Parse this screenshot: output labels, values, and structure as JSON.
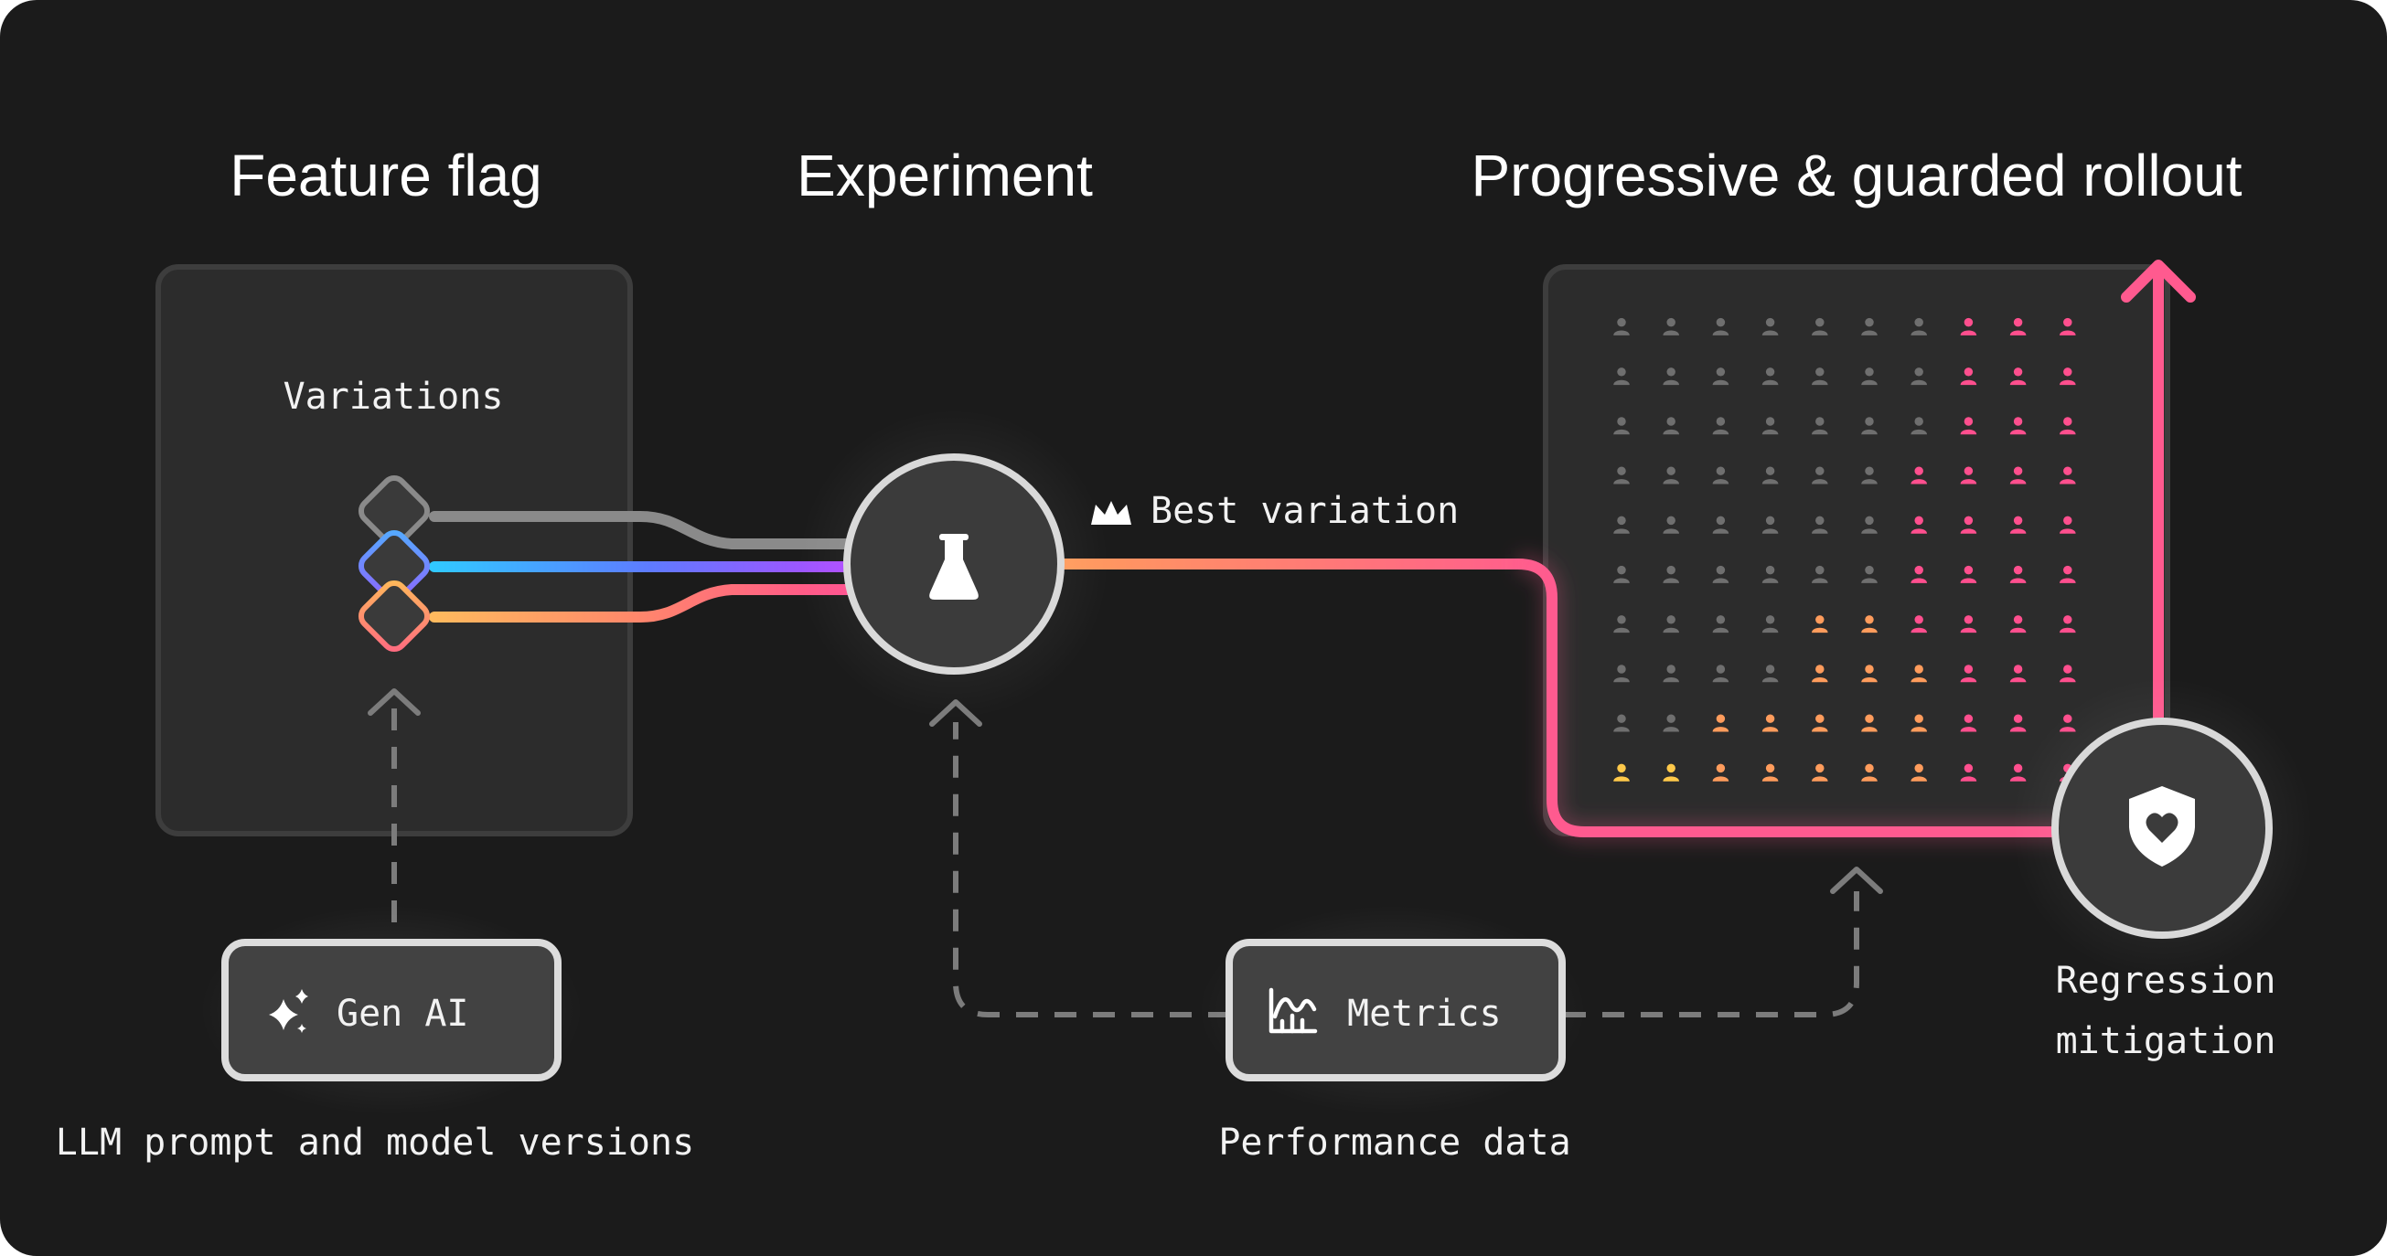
{
  "headings": {
    "feature_flag": "Feature flag",
    "experiment": "Experiment",
    "rollout": "Progressive & guarded rollout"
  },
  "feature_flag_card": {
    "label": "Variations"
  },
  "experiment_node": {
    "icon": "flask-icon",
    "badge_label": "Best variation",
    "badge_icon": "crown-icon"
  },
  "gen_ai": {
    "label": "Gen AI",
    "icon": "sparkles-icon",
    "caption": "LLM prompt and model versions"
  },
  "metrics": {
    "label": "Metrics",
    "icon": "chart-icon",
    "caption": "Performance data"
  },
  "regression": {
    "icon": "shield-heart-icon",
    "caption_line1": "Regression",
    "caption_line2": "mitigation"
  },
  "rollout_grid": {
    "rows": 10,
    "cols": 10,
    "user_icon": "person-icon",
    "pattern": [
      "GGGGGGGPPP",
      "GGGGGGGPPP",
      "GGGGGGGPPP",
      "GGGGGGPPPP",
      "GGGGGGPPPP",
      "GGGGGGPPPP",
      "GGGGOOPPPP",
      "GGGGOOOPPP",
      "GGOOOOOPPP",
      "YYOOOOOPPP"
    ]
  },
  "colors": {
    "background": "#1b1b1b",
    "card": "#2c2c2c",
    "gray_user": "#6f6f6f",
    "pink": "#ff4f8e",
    "orange": "#ff9c5c",
    "yellow": "#ffc94a",
    "rollout_line": "#ff5a8f"
  }
}
